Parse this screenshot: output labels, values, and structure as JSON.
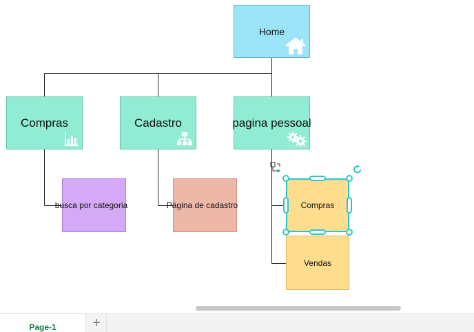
{
  "diagram": {
    "root": {
      "label": "Home",
      "icon": "house-icon"
    },
    "branches": [
      {
        "label": "Compras",
        "icon": "bar-chart-icon",
        "children": [
          {
            "label": "busca por categoria"
          }
        ]
      },
      {
        "label": "Cadastro",
        "icon": "sitemap-icon",
        "children": [
          {
            "label": "Página de cadastro"
          }
        ]
      },
      {
        "label": "pagina pessoal",
        "icon": "gears-icon",
        "children": [
          {
            "label": "Compras",
            "selected": true
          },
          {
            "label": "Vendas"
          }
        ]
      }
    ],
    "colors": {
      "root": "#9be3f7",
      "branch": "#90ecd2",
      "leaf_busca": "#d4aaf6",
      "leaf_cadastro": "#eeb8a9",
      "leaf_pessoal": "#fedd8f",
      "selection": "#2cc5cc"
    }
  },
  "footer": {
    "page_tab": "Page-1",
    "add_page": "+"
  }
}
